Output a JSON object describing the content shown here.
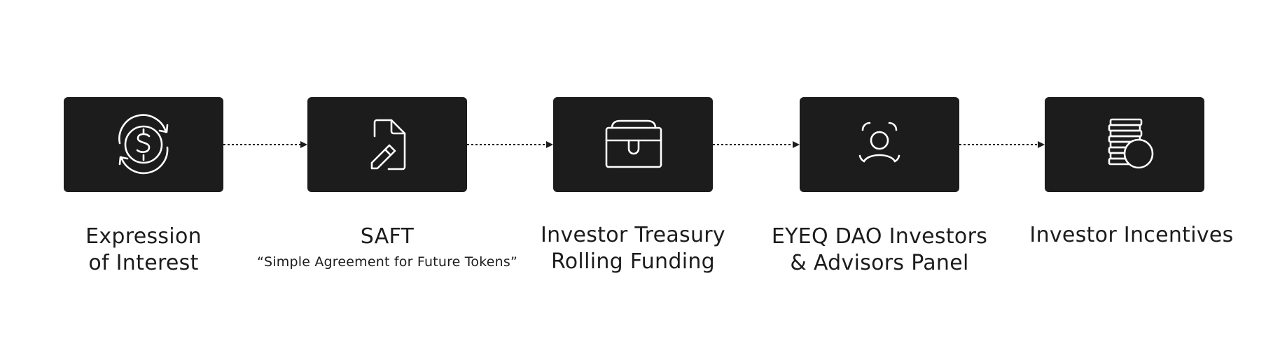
{
  "diagram": {
    "colors": {
      "box": "#1c1c1c",
      "icon": "#ffffff",
      "connector": "#1c1c1c",
      "text": "#1c1c1c",
      "background": "#ffffff"
    },
    "steps": [
      {
        "icon": "dollar-exchange-icon",
        "label_lines": [
          "Expression",
          "of Interest"
        ],
        "sublabel": ""
      },
      {
        "icon": "document-pen-icon",
        "label_lines": [
          "SAFT",
          ""
        ],
        "sublabel": "“Simple Agreement for Future Tokens”"
      },
      {
        "icon": "treasure-chest-icon",
        "label_lines": [
          "Investor Treasury",
          "Rolling Funding"
        ],
        "sublabel": ""
      },
      {
        "icon": "user-focus-icon",
        "label_lines": [
          "EYEQ DAO Investors",
          "& Advisors Panel"
        ],
        "sublabel": ""
      },
      {
        "icon": "coin-stack-icon",
        "label_lines": [
          "Investor Incentives",
          ""
        ],
        "sublabel": ""
      }
    ]
  }
}
